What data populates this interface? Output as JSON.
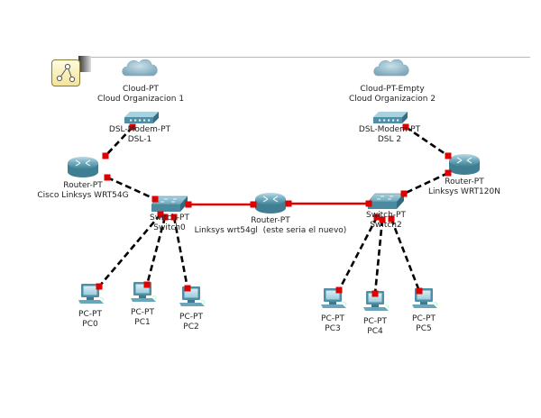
{
  "workspace": "Logical topology",
  "devices": {
    "cloud1": {
      "model": "Cloud-PT",
      "name": "Cloud Organizacion 1"
    },
    "cloud2": {
      "model": "Cloud-PT-Empty",
      "name": "Cloud Organizacion 2"
    },
    "dsl1": {
      "model": "DSL-Modem-PT",
      "name": "DSL-1"
    },
    "dsl2": {
      "model": "DSL-Modem-PT",
      "name": "DSL 2"
    },
    "router_left": {
      "model": "Router-PT",
      "name": "Cisco Linksys WRT54G"
    },
    "router_center": {
      "model": "Router-PT",
      "name": "Linksys wrt54gl  (este seria el nuevo)"
    },
    "router_right": {
      "model": "Router-PT",
      "name": "Linksys WRT120N"
    },
    "switch0": {
      "model": "Switch-PT",
      "name": "Switch0"
    },
    "switch2": {
      "model": "Switch-PT",
      "name": "Switch2"
    },
    "pc0": {
      "model": "PC-PT",
      "name": "PC0"
    },
    "pc1": {
      "model": "PC-PT",
      "name": "PC1"
    },
    "pc2": {
      "model": "PC-PT",
      "name": "PC2"
    },
    "pc3": {
      "model": "PC-PT",
      "name": "PC3"
    },
    "pc4": {
      "model": "PC-PT",
      "name": "PC4"
    },
    "pc5": {
      "model": "PC-PT",
      "name": "PC5"
    }
  },
  "links": [
    {
      "from": "dsl1",
      "to": "router_left",
      "type": "crossover",
      "color": "#000000"
    },
    {
      "from": "router_left",
      "to": "switch0",
      "type": "crossover",
      "color": "#000000"
    },
    {
      "from": "switch0",
      "to": "router_center",
      "type": "straight",
      "color": "#e00000"
    },
    {
      "from": "router_center",
      "to": "switch2",
      "type": "straight",
      "color": "#e00000"
    },
    {
      "from": "dsl2",
      "to": "router_right",
      "type": "crossover",
      "color": "#000000"
    },
    {
      "from": "router_right",
      "to": "switch2",
      "type": "crossover",
      "color": "#000000"
    },
    {
      "from": "switch0",
      "to": "pc0",
      "type": "crossover",
      "color": "#000000"
    },
    {
      "from": "switch0",
      "to": "pc1",
      "type": "crossover",
      "color": "#000000"
    },
    {
      "from": "switch0",
      "to": "pc2",
      "type": "crossover",
      "color": "#000000"
    },
    {
      "from": "switch2",
      "to": "pc3",
      "type": "crossover",
      "color": "#000000"
    },
    {
      "from": "switch2",
      "to": "pc4",
      "type": "crossover",
      "color": "#000000"
    },
    {
      "from": "switch2",
      "to": "pc5",
      "type": "crossover",
      "color": "#000000"
    }
  ],
  "colors": {
    "link_status": "#e00000",
    "device_body": "#5d9fb3",
    "cloud": "#9cc3d4"
  }
}
